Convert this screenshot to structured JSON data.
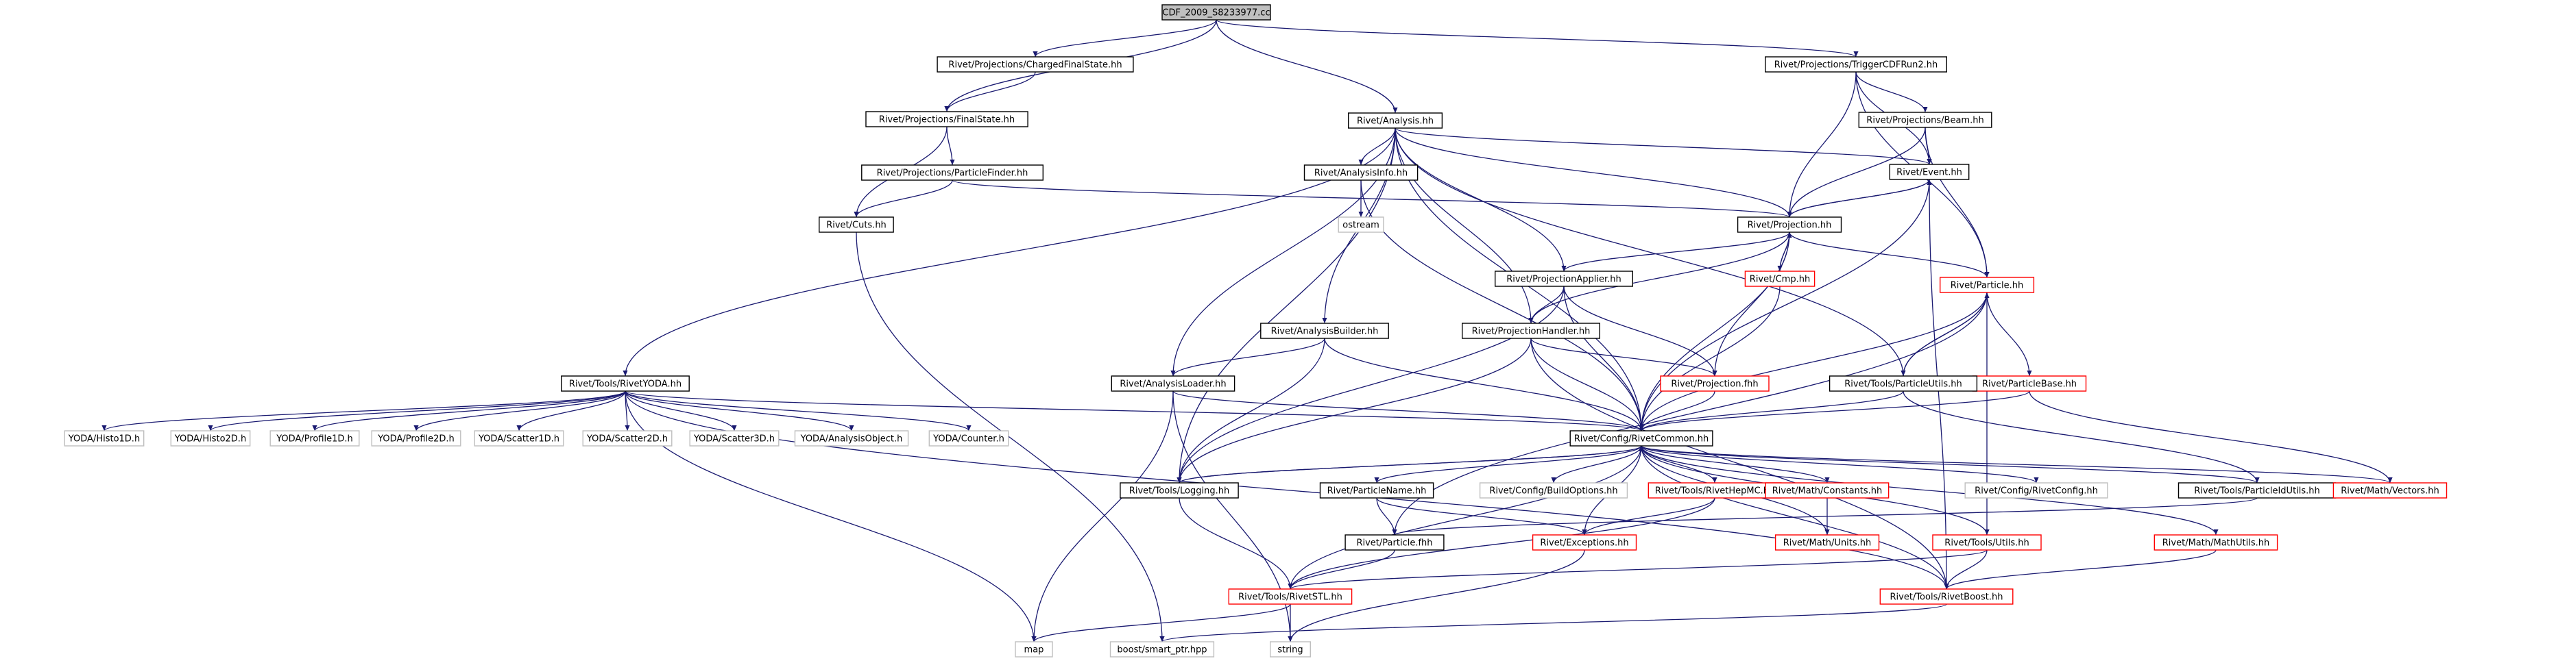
{
  "colors": {
    "edge": "#191970",
    "root_fill": "#bfbfbf",
    "border_black": "#000000",
    "border_red": "#ff0000",
    "border_gray": "#bfbfbf"
  },
  "nodes": [
    {
      "id": "root",
      "label": "CDF_2009_S8233977.cc",
      "style": "root"
    },
    {
      "id": "cfs",
      "label": "Rivet/Projections/ChargedFinalState.hh",
      "style": "black"
    },
    {
      "id": "fs",
      "label": "Rivet/Projections/FinalState.hh",
      "style": "black"
    },
    {
      "id": "pf",
      "label": "Rivet/Projections/ParticleFinder.hh",
      "style": "black"
    },
    {
      "id": "cuts",
      "label": "Rivet/Cuts.hh",
      "style": "black"
    },
    {
      "id": "analysis",
      "label": "Rivet/Analysis.hh",
      "style": "black"
    },
    {
      "id": "trig",
      "label": "Rivet/Projections/TriggerCDFRun2.hh",
      "style": "black"
    },
    {
      "id": "beam",
      "label": "Rivet/Projections/Beam.hh",
      "style": "black"
    },
    {
      "id": "event",
      "label": "Rivet/Event.hh",
      "style": "black"
    },
    {
      "id": "ainfo",
      "label": "Rivet/AnalysisInfo.hh",
      "style": "black"
    },
    {
      "id": "ostream",
      "label": "ostream",
      "style": "gray"
    },
    {
      "id": "proj",
      "label": "Rivet/Projection.hh",
      "style": "black"
    },
    {
      "id": "papplier",
      "label": "Rivet/ProjectionApplier.hh",
      "style": "black"
    },
    {
      "id": "cmp",
      "label": "Rivet/Cmp.hh",
      "style": "red"
    },
    {
      "id": "particle",
      "label": "Rivet/Particle.hh",
      "style": "red"
    },
    {
      "id": "abuilder",
      "label": "Rivet/AnalysisBuilder.hh",
      "style": "black"
    },
    {
      "id": "phandler",
      "label": "Rivet/ProjectionHandler.hh",
      "style": "black"
    },
    {
      "id": "rivetyoda",
      "label": "Rivet/Tools/RivetYODA.hh",
      "style": "black"
    },
    {
      "id": "aloader",
      "label": "Rivet/AnalysisLoader.hh",
      "style": "black"
    },
    {
      "id": "projfhh",
      "label": "Rivet/Projection.fhh",
      "style": "red"
    },
    {
      "id": "pbase",
      "label": "Rivet/ParticleBase.hh",
      "style": "red"
    },
    {
      "id": "putils",
      "label": "Rivet/Tools/ParticleUtils.hh",
      "style": "black"
    },
    {
      "id": "h1d",
      "label": "YODA/Histo1D.h",
      "style": "gray"
    },
    {
      "id": "h2d",
      "label": "YODA/Histo2D.h",
      "style": "gray"
    },
    {
      "id": "p1d",
      "label": "YODA/Profile1D.h",
      "style": "gray"
    },
    {
      "id": "p2d",
      "label": "YODA/Profile2D.h",
      "style": "gray"
    },
    {
      "id": "s1d",
      "label": "YODA/Scatter1D.h",
      "style": "gray"
    },
    {
      "id": "s2d",
      "label": "YODA/Scatter2D.h",
      "style": "gray"
    },
    {
      "id": "s3d",
      "label": "YODA/Scatter3D.h",
      "style": "gray"
    },
    {
      "id": "aobj",
      "label": "YODA/AnalysisObject.h",
      "style": "gray"
    },
    {
      "id": "counter",
      "label": "YODA/Counter.h",
      "style": "gray"
    },
    {
      "id": "common",
      "label": "Rivet/Config/RivetCommon.hh",
      "style": "black"
    },
    {
      "id": "logging",
      "label": "Rivet/Tools/Logging.hh",
      "style": "black"
    },
    {
      "id": "pname",
      "label": "Rivet/ParticleName.hh",
      "style": "black"
    },
    {
      "id": "buildopt",
      "label": "Rivet/Config/BuildOptions.hh",
      "style": "gray"
    },
    {
      "id": "hepmc",
      "label": "Rivet/Tools/RivetHepMC.hh",
      "style": "red"
    },
    {
      "id": "mconst",
      "label": "Rivet/Math/Constants.hh",
      "style": "red"
    },
    {
      "id": "rconfig",
      "label": "Rivet/Config/RivetConfig.hh",
      "style": "gray"
    },
    {
      "id": "pidutils",
      "label": "Rivet/Tools/ParticleIdUtils.hh",
      "style": "black"
    },
    {
      "id": "mvectors",
      "label": "Rivet/Math/Vectors.hh",
      "style": "red"
    },
    {
      "id": "pfhh",
      "label": "Rivet/Particle.fhh",
      "style": "black"
    },
    {
      "id": "exceptions",
      "label": "Rivet/Exceptions.hh",
      "style": "red"
    },
    {
      "id": "munits",
      "label": "Rivet/Math/Units.hh",
      "style": "red"
    },
    {
      "id": "tutils",
      "label": "Rivet/Tools/Utils.hh",
      "style": "red"
    },
    {
      "id": "mmathutils",
      "label": "Rivet/Math/MathUtils.hh",
      "style": "red"
    },
    {
      "id": "stl",
      "label": "Rivet/Tools/RivetSTL.hh",
      "style": "red"
    },
    {
      "id": "boost",
      "label": "Rivet/Tools/RivetBoost.hh",
      "style": "red"
    },
    {
      "id": "map",
      "label": "map",
      "style": "gray"
    },
    {
      "id": "smartptr",
      "label": "boost/smart_ptr.hpp",
      "style": "gray"
    },
    {
      "id": "string",
      "label": "string",
      "style": "gray"
    }
  ],
  "edges": [
    [
      "root",
      "cfs"
    ],
    [
      "root",
      "fs"
    ],
    [
      "root",
      "analysis"
    ],
    [
      "root",
      "trig"
    ],
    [
      "cfs",
      "fs"
    ],
    [
      "fs",
      "pf"
    ],
    [
      "fs",
      "cuts"
    ],
    [
      "pf",
      "cuts"
    ],
    [
      "pf",
      "proj"
    ],
    [
      "cuts",
      "smartptr"
    ],
    [
      "analysis",
      "ainfo"
    ],
    [
      "analysis",
      "event"
    ],
    [
      "analysis",
      "proj"
    ],
    [
      "analysis",
      "papplier"
    ],
    [
      "analysis",
      "phandler"
    ],
    [
      "analysis",
      "abuilder"
    ],
    [
      "analysis",
      "aloader"
    ],
    [
      "analysis",
      "rivetyoda"
    ],
    [
      "analysis",
      "logging"
    ],
    [
      "analysis",
      "common"
    ],
    [
      "analysis",
      "putils"
    ],
    [
      "trig",
      "beam"
    ],
    [
      "trig",
      "event"
    ],
    [
      "trig",
      "proj"
    ],
    [
      "trig",
      "particle"
    ],
    [
      "beam",
      "event"
    ],
    [
      "beam",
      "proj"
    ],
    [
      "beam",
      "particle"
    ],
    [
      "event",
      "proj"
    ],
    [
      "event",
      "common"
    ],
    [
      "event",
      "boost"
    ],
    [
      "ainfo",
      "ostream"
    ],
    [
      "ainfo",
      "common"
    ],
    [
      "proj",
      "event"
    ],
    [
      "proj",
      "cmp"
    ],
    [
      "proj",
      "papplier"
    ],
    [
      "proj",
      "phandler"
    ],
    [
      "proj",
      "projfhh"
    ],
    [
      "proj",
      "common"
    ],
    [
      "proj",
      "particle"
    ],
    [
      "cmp",
      "proj"
    ],
    [
      "cmp",
      "common"
    ],
    [
      "papplier",
      "phandler"
    ],
    [
      "papplier",
      "projfhh"
    ],
    [
      "papplier",
      "common"
    ],
    [
      "papplier",
      "logging"
    ],
    [
      "abuilder",
      "aloader"
    ],
    [
      "abuilder",
      "common"
    ],
    [
      "abuilder",
      "logging"
    ],
    [
      "phandler",
      "projfhh"
    ],
    [
      "phandler",
      "common"
    ],
    [
      "phandler",
      "logging"
    ],
    [
      "phandler",
      "boost"
    ],
    [
      "aloader",
      "common"
    ],
    [
      "aloader",
      "map"
    ],
    [
      "aloader",
      "string"
    ],
    [
      "projfhh",
      "common"
    ],
    [
      "particle",
      "pbase"
    ],
    [
      "particle",
      "putils"
    ],
    [
      "particle",
      "common"
    ],
    [
      "particle",
      "pfhh"
    ],
    [
      "particle",
      "tutils"
    ],
    [
      "putils",
      "particle"
    ],
    [
      "putils",
      "pidutils"
    ],
    [
      "putils",
      "common"
    ],
    [
      "pbase",
      "common"
    ],
    [
      "pbase",
      "mvectors"
    ],
    [
      "rivetyoda",
      "h1d"
    ],
    [
      "rivetyoda",
      "h2d"
    ],
    [
      "rivetyoda",
      "p1d"
    ],
    [
      "rivetyoda",
      "p2d"
    ],
    [
      "rivetyoda",
      "s1d"
    ],
    [
      "rivetyoda",
      "s2d"
    ],
    [
      "rivetyoda",
      "s3d"
    ],
    [
      "rivetyoda",
      "aobj"
    ],
    [
      "rivetyoda",
      "counter"
    ],
    [
      "rivetyoda",
      "common"
    ],
    [
      "rivetyoda",
      "boost"
    ],
    [
      "rivetyoda",
      "map"
    ],
    [
      "common",
      "logging"
    ],
    [
      "common",
      "pname"
    ],
    [
      "common",
      "buildopt"
    ],
    [
      "common",
      "hepmc"
    ],
    [
      "common",
      "mconst"
    ],
    [
      "common",
      "rconfig"
    ],
    [
      "common",
      "pidutils"
    ],
    [
      "common",
      "mvectors"
    ],
    [
      "common",
      "exceptions"
    ],
    [
      "common",
      "munits"
    ],
    [
      "common",
      "tutils"
    ],
    [
      "common",
      "mmathutils"
    ],
    [
      "common",
      "stl"
    ],
    [
      "common",
      "boost"
    ],
    [
      "logging",
      "common"
    ],
    [
      "logging",
      "stl"
    ],
    [
      "pname",
      "pfhh"
    ],
    [
      "pname",
      "exceptions"
    ],
    [
      "hepmc",
      "stl"
    ],
    [
      "hepmc",
      "exceptions"
    ],
    [
      "mconst",
      "munits"
    ],
    [
      "pidutils",
      "pfhh"
    ],
    [
      "pfhh",
      "stl"
    ],
    [
      "exceptions",
      "string"
    ],
    [
      "tutils",
      "stl"
    ],
    [
      "tutils",
      "boost"
    ],
    [
      "mmathutils",
      "boost"
    ],
    [
      "stl",
      "map"
    ],
    [
      "stl",
      "string"
    ],
    [
      "boost",
      "smartptr"
    ]
  ]
}
